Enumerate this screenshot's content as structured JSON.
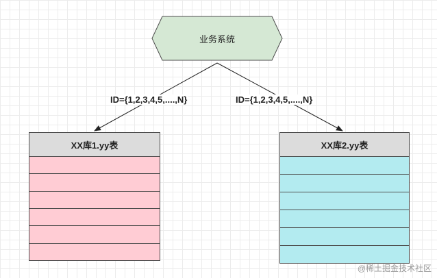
{
  "diagram": {
    "source_node": {
      "label": "业务系统",
      "fill": "#d5e8d4",
      "stroke": "#4d7a4d"
    },
    "edges": [
      {
        "label": "ID={1,2,3,4,5,....,N}",
        "target": "left_table"
      },
      {
        "label": "ID={1,2,3,4,5,....,N}",
        "target": "right_table"
      }
    ],
    "left_table": {
      "title": "XX库1.yy表",
      "row_color": "#ffccd4",
      "row_count": 6
    },
    "right_table": {
      "title": "XX库2.yy表",
      "row_color": "#b3ebf0",
      "row_count": 6
    }
  },
  "watermark": "@稀土掘金技术社区"
}
